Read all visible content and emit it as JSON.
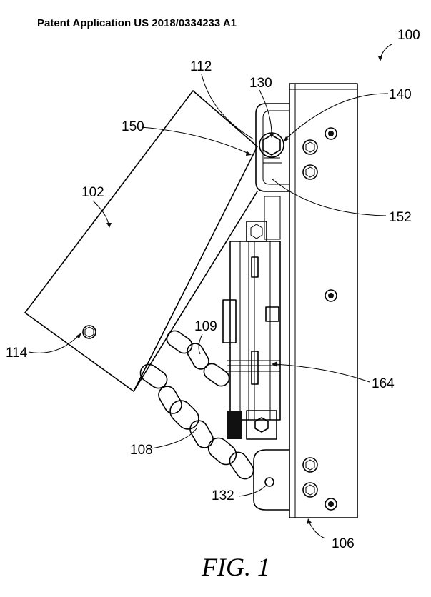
{
  "header": {
    "title": "Patent Application US 2018/0334233 A1"
  },
  "figure": {
    "caption": "FIG. 1"
  },
  "reference_numerals": {
    "r100": "100",
    "r102": "102",
    "r106": "106",
    "r108": "108",
    "r109": "109",
    "r112": "112",
    "r114": "114",
    "r130": "130",
    "r132": "132",
    "r140": "140",
    "r150": "150",
    "r152": "152",
    "r164": "164"
  }
}
